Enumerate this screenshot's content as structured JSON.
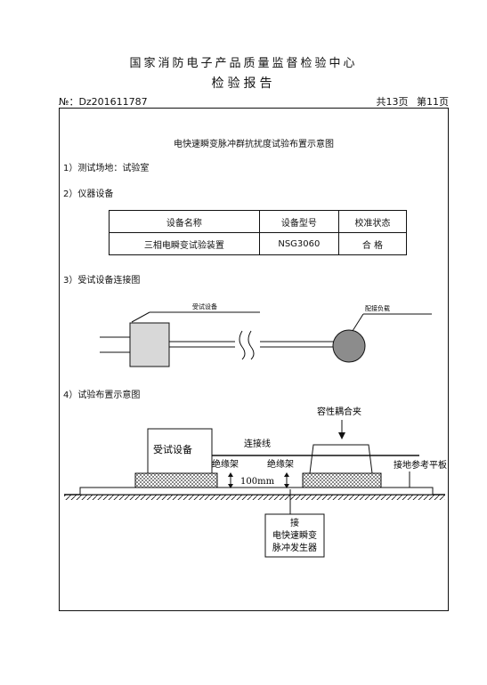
{
  "header": {
    "organization": "国家消防电子产品质量监督检验中心",
    "report_title": "检验报告",
    "report_no": "№：Dz201611787",
    "pages": "共13页  第11页"
  },
  "page_title": "电快速瞬变脉冲群抗扰度试验布置示意图",
  "sections": {
    "site": "1）测试场地：试验室",
    "instruments": "2）仪器设备",
    "connection": "3）受试设备连接图",
    "layout": "4）试验布置示意图"
  },
  "equipment_table": {
    "headers": [
      "设备名称",
      "设备型号",
      "校准状态"
    ],
    "rows": [
      [
        "三相电瞬变试验装置",
        "NSG3060",
        "合 格"
      ]
    ]
  },
  "connection_diagram": {
    "eut_label": "受试设备",
    "load_label": "配接负载"
  },
  "layout_diagram": {
    "clamp": "容性耦合夹",
    "eut": "受试设备",
    "cable": "连接线",
    "insulator_left": "绝缘架",
    "insulator_right": "绝缘架",
    "height": "100mm",
    "ground_plane": "接地参考平板",
    "generator_line1": "接",
    "generator_line2": "电快速瞬变",
    "generator_line3": "脉冲发生器"
  },
  "colors": {
    "ink": "#111111",
    "load_fill": "#8c8c8c",
    "eut_fill": "#d8d8d8"
  }
}
